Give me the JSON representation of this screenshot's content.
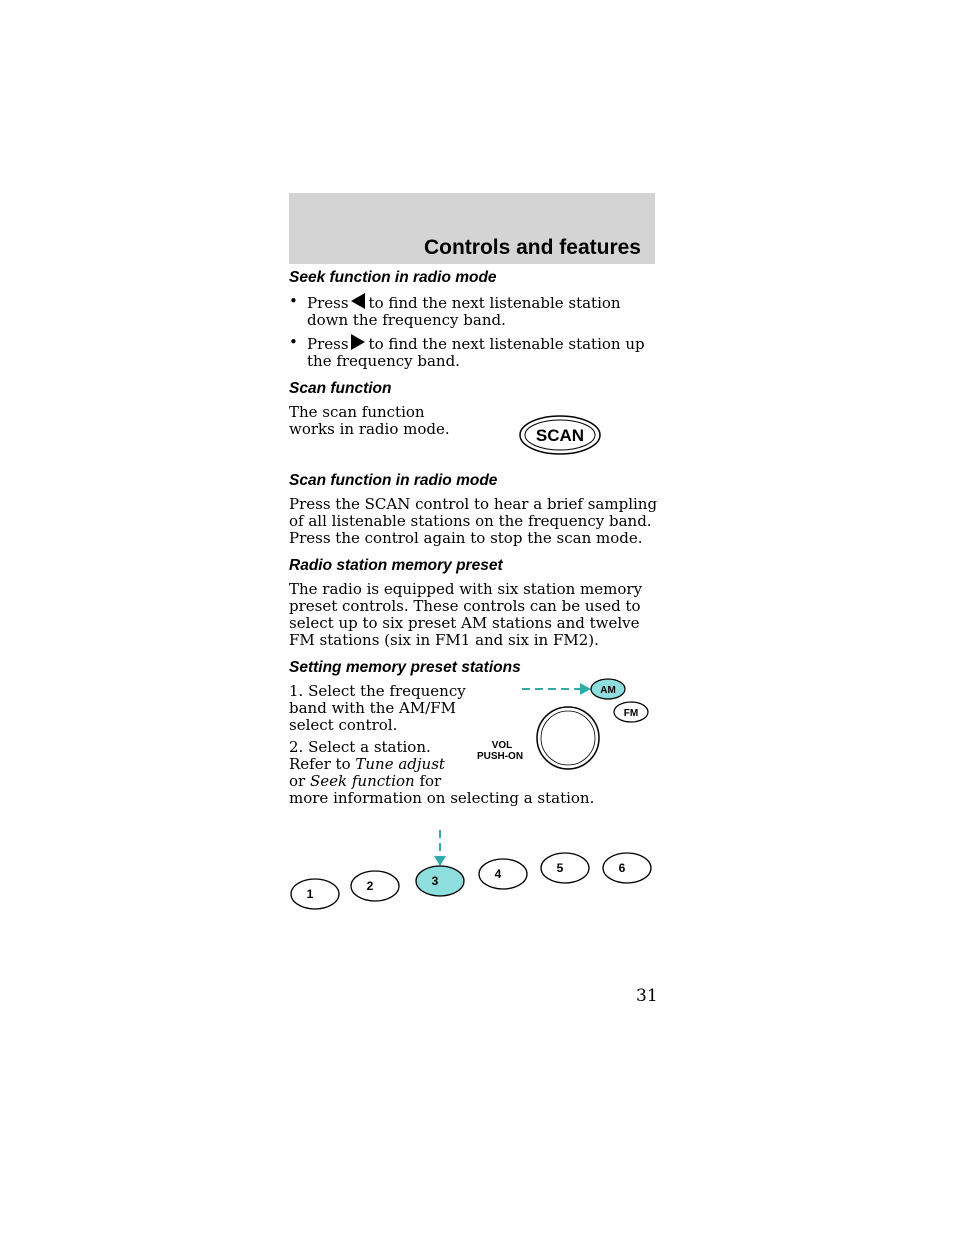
{
  "header": {
    "title": "Controls and features"
  },
  "seek": {
    "heading": "Seek function in radio mode",
    "bullet_down_pre": "Press",
    "bullet_down_post": "to find the next listenable station down the frequency band.",
    "bullet_up_pre": "Press",
    "bullet_up_post": "to find the next listenable station up the frequency band.",
    "bullet_char": "•"
  },
  "scan": {
    "heading": "Scan function",
    "line1": "The scan function",
    "line2": "works in radio mode.",
    "button_label": "SCAN"
  },
  "scan_radio": {
    "heading": "Scan function in radio mode",
    "text": "Press the SCAN control to hear a brief sampling of all listenable stations on the frequency band. Press the control again to stop the scan mode."
  },
  "memory": {
    "heading": "Radio station memory preset",
    "text": "The radio is equipped with six station memory preset controls. These controls can be used to select up to six preset AM stations and twelve FM stations (six in FM1 and six in FM2)."
  },
  "setting": {
    "heading": "Setting memory preset stations",
    "step1_l1": "1. Select the frequency",
    "step1_l2": "band with the AM/FM",
    "step1_l3": "select control.",
    "step2_l1": "2. Select a station.",
    "step2_l2_pre": "Refer to",
    "step2_l2_em": "Tune adjust",
    "step2_l3_pre": "or",
    "step2_l3_em": "Seek function",
    "step2_l3_post": "for",
    "step2_l4": "more information on selecting a station."
  },
  "radio_diagram": {
    "am_label": "AM",
    "fm_label": "FM",
    "vol_label_1": "VOL",
    "vol_label_2": "PUSH-ON",
    "highlight_color": "#8fdede"
  },
  "preset_diagram": {
    "buttons": [
      "1",
      "2",
      "3",
      "4",
      "5",
      "6"
    ],
    "highlighted": "3",
    "highlight_color": "#8fdede"
  },
  "page_number": "31"
}
